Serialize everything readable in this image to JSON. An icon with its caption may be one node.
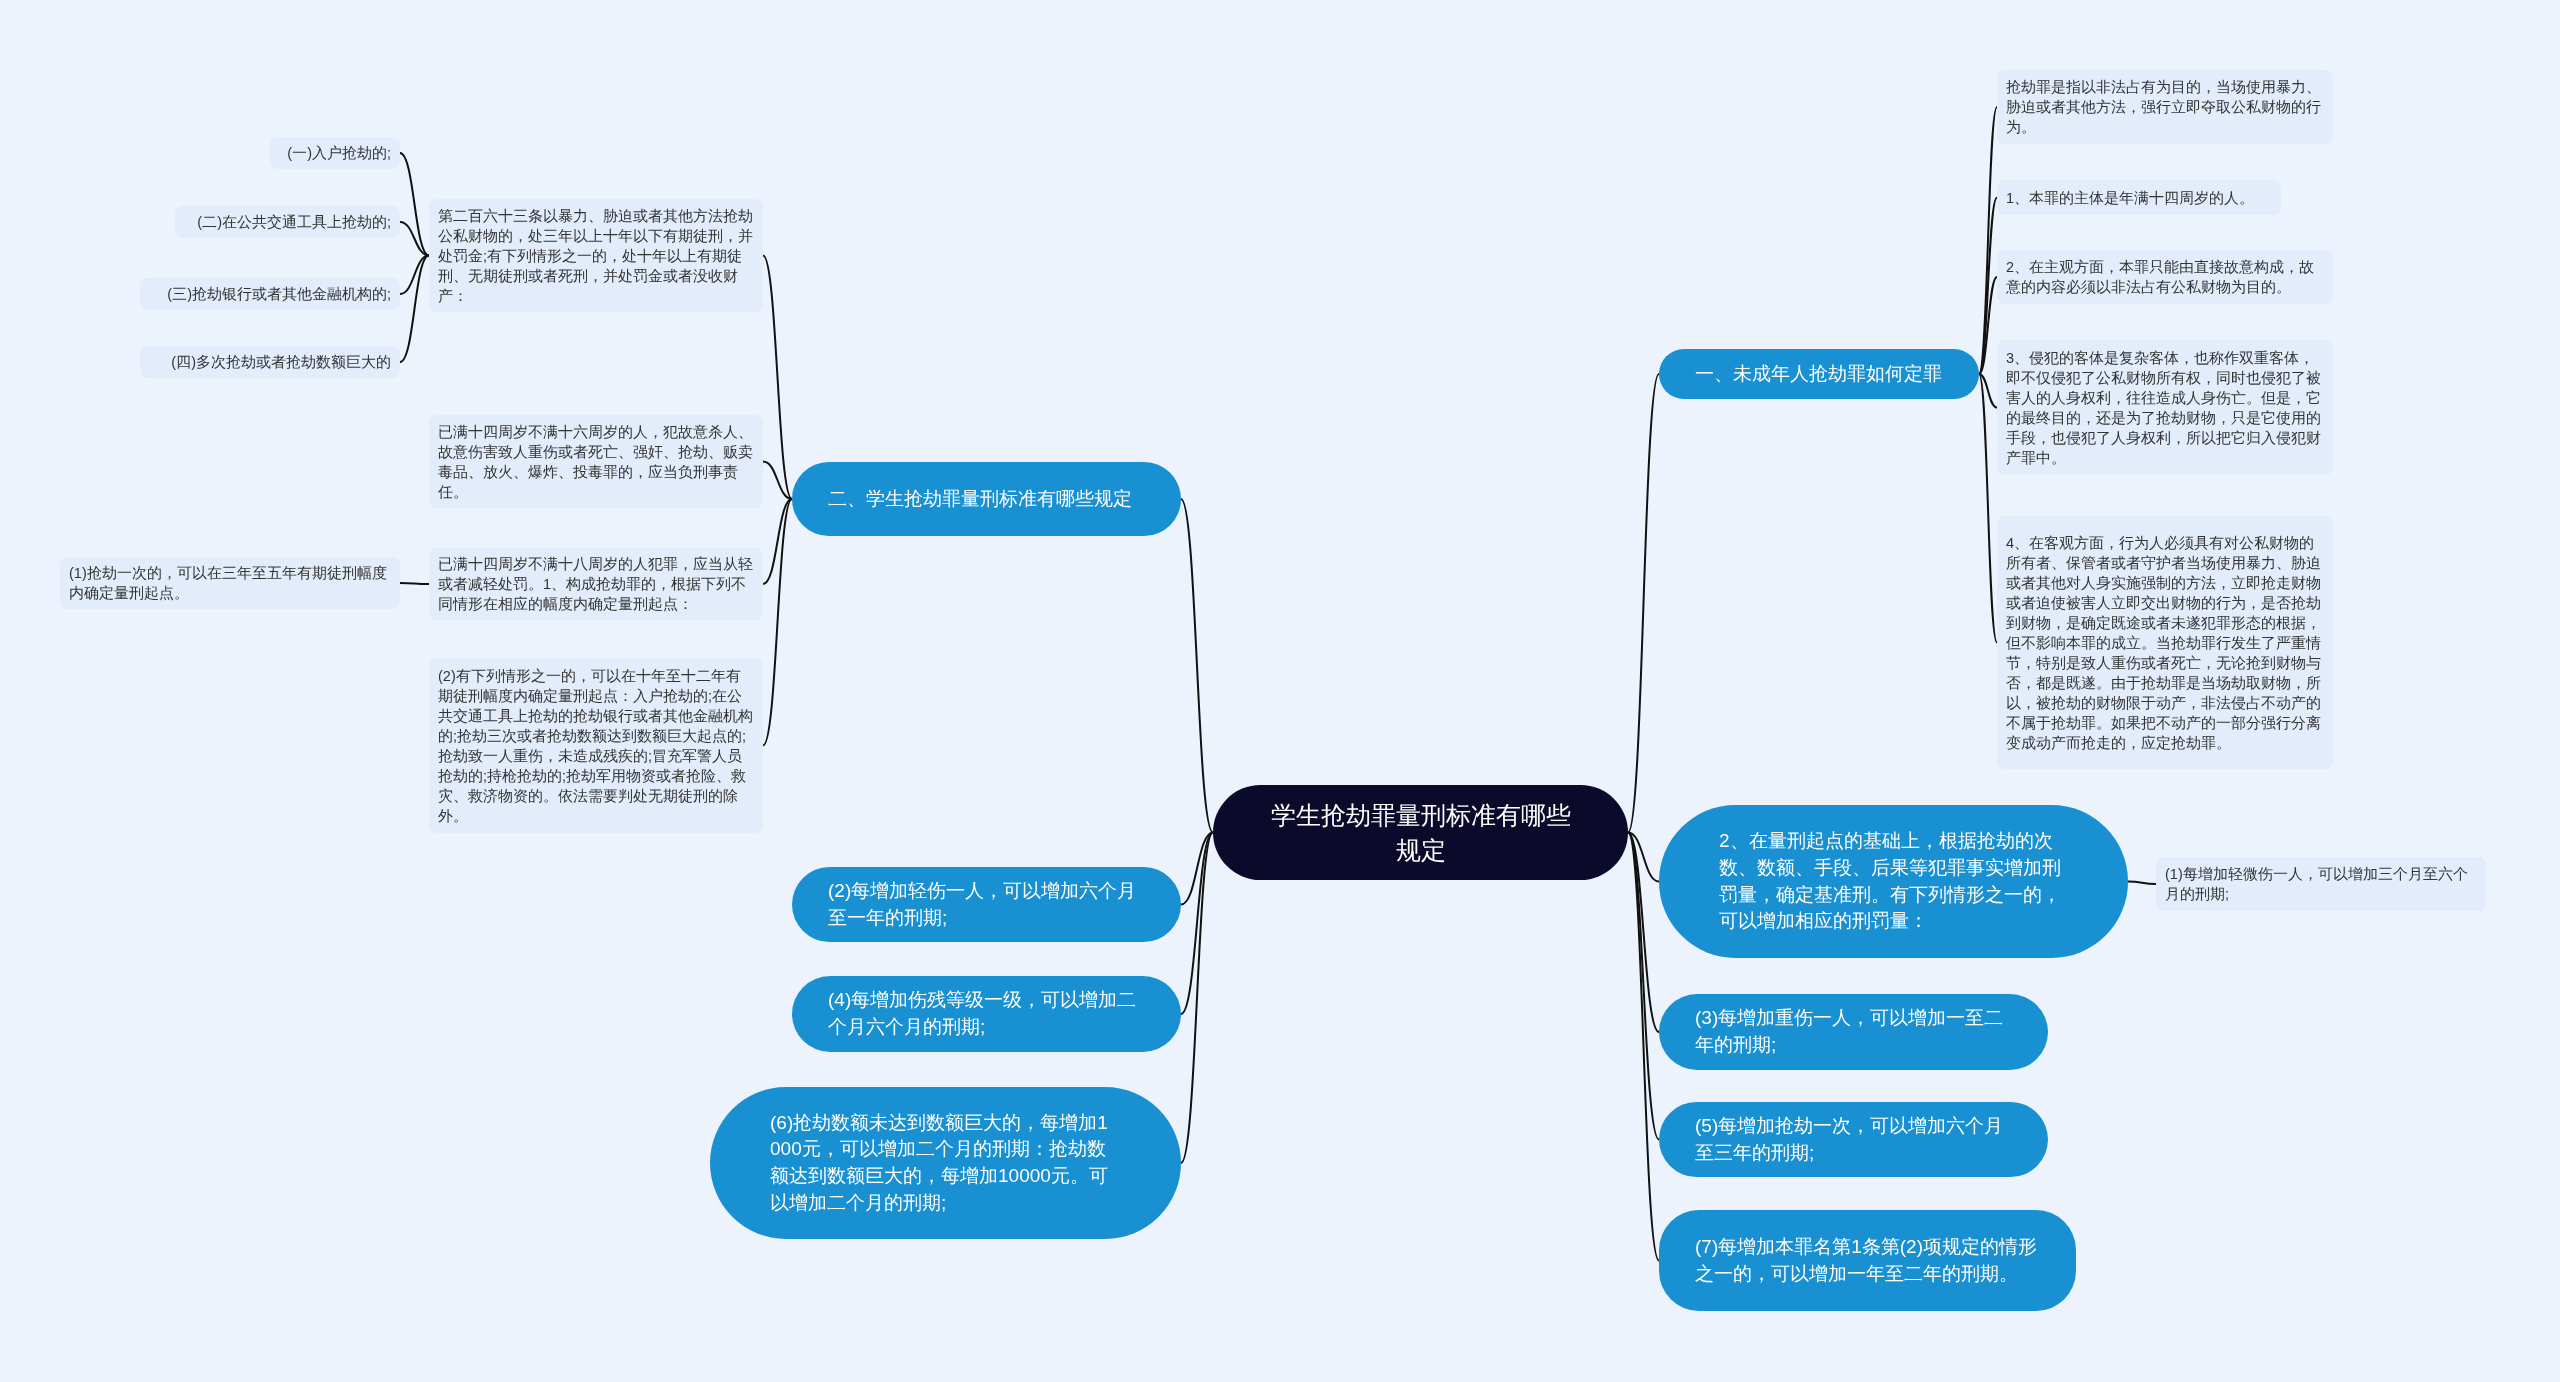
{
  "diagram": {
    "nodes": [
      {
        "text": [
          "学生抢劫罪量刑标准有哪些规定"
        ]
      },
      {
        "text": [
          "一、未成年人抢劫罪如何定罪"
        ]
      },
      {
        "text": [
          "抢劫罪是指以非法占有为目的，当场使用暴力、胁迫或者其他方法，强行立即夺取公私财物的行为。"
        ]
      },
      {
        "text": [
          "1、本罪的主体是年满十四周岁的人。"
        ]
      },
      {
        "text": [
          "2、在主观方面，本罪只能由直接故意构成，故意的内容必须以非法占有公私财物为目的。"
        ]
      },
      {
        "text": [
          "3、侵犯的客体是复杂客体，也称作双重客体，即不仅侵犯了公私财物所有权，同时也侵犯了被害人的人身权利，往往造成人身伤亡。但是，它的最终目的，还是为了抢劫财物，只是它使用的手段，也侵犯了人身权利，所以把它归入侵犯财产罪中。"
        ]
      },
      {
        "text": [
          "4、在客观方面，行为人必须具有对公私财物的所有者、保管者或者守护者当场使用暴力、胁迫或者其他对人身实施强制的方法，立即抢走财物或者迫使被害人立即交出财物的行为，是否抢劫到财物，是确定既途或者未遂犯罪形态的根据，但不影响本罪的成立。当抢劫罪行发生了严重情节，特别是致人重伤或者死亡，无论抢到财物与否，都是既遂。由于抢劫罪是当场劫取财物，所以，被抢劫的财物限于动产，非法侵占不动产的不属于抢劫罪。如果把不动产的一部分强行分离变成动产而抢走的，应定抢劫罪。"
        ]
      },
      {
        "text": [
          "二、学生抢劫罪量刑标准有哪些规定"
        ]
      },
      {
        "text": [
          "第二百六十三条以暴力、胁迫或者其他方法抢劫公私财物的，处三年以上十年以下有期徒刑，并处罚金;有下列情形之一的，处十年以上有期徒刑、无期徒刑或者死刑，并处罚金或者没收财产："
        ]
      },
      {
        "text": [
          "(一)入户抢劫的;"
        ]
      },
      {
        "text": [
          "(二)在公共交通工具上抢劫的;"
        ]
      },
      {
        "text": [
          "(三)抢劫银行或者其他金融机构的;"
        ]
      },
      {
        "text": [
          "(四)多次抢劫或者抢劫数额巨大的"
        ]
      },
      {
        "text": [
          "已满十四周岁不满十六周岁的人，犯故意杀人、故意伤害致人重伤或者死亡、强奸、抢劫、贩卖毒品、放火、爆炸、投毒罪的，应当负刑事责任。"
        ]
      },
      {
        "text": [
          "已满十四周岁不满十八周岁的人犯罪，应当从轻或者减轻处罚。1、构成抢劫罪的，根据下列不同情形在相应的幅度内确定量刑起点："
        ]
      },
      {
        "text": [
          "(1)抢劫一次的，可以在三年至五年有期徒刑幅度内确定量刑起点。"
        ]
      },
      {
        "text": [
          "(2)有下列情形之一的，可以在十年至十二年有期徒刑幅度内确定量刑起点：入户抢劫的;在公共交通工具上抢劫的抢劫银行或者其他金融机构的;抢劫三次或者抢劫数额达到数额巨大起点的;抢劫致一人重伤，未造成残疾的;冒充军警人员抢劫的;持枪抢劫的;抢劫军用物资或者抢险、救灾、救济物资的。依法需要判处无期徒刑的除外。"
        ]
      },
      {
        "text": [
          "2、在量刑起点的基础上，根据抢劫的次数、数额、手段、后果等犯罪事实增加刑罚量，确定基准刑。有下列情形之一的，可以增加相应的刑罚量："
        ]
      },
      {
        "text": [
          "(1)每增加轻微伤一人，可以增加三个月至六个月的刑期;"
        ]
      },
      {
        "text": [
          "(3)每增加重伤一人，可以增加一至二年的刑期;"
        ]
      },
      {
        "text": [
          "(5)每增加抢劫一次，可以增加六个月至三年的刑期;"
        ]
      },
      {
        "text": [
          "(7)每增加本罪名第1条第(2)项规定的情形之一的，可以增加一年至二年的刑期。"
        ]
      },
      {
        "text": [
          "(2)每增加轻伤一人，可以增加六个月至一年的刑期;"
        ]
      },
      {
        "text": [
          "(4)每增加伤残等级一级，可以增加二个月六个月的刑期;"
        ]
      },
      {
        "text": [
          "(6)抢劫数额未达到数额巨大的，每增加1 000元，可以增加二个月的刑期：抢劫数额达到数额巨大的，每增加10000元。可以增加二个月的刑期;"
        ]
      }
    ],
    "edges": [
      {
        "from": 0,
        "to": 1,
        "arrow": "none"
      },
      {
        "from": 1,
        "to": 2,
        "arrow": "none"
      },
      {
        "from": 1,
        "to": 3,
        "arrow": "none"
      },
      {
        "from": 1,
        "to": 4,
        "arrow": "none"
      },
      {
        "from": 1,
        "to": 5,
        "arrow": "none"
      },
      {
        "from": 1,
        "to": 6,
        "arrow": "none"
      },
      {
        "from": 0,
        "to": 7,
        "arrow": "none"
      },
      {
        "from": 7,
        "to": 8,
        "arrow": "none"
      },
      {
        "from": 8,
        "to": 9,
        "arrow": "none"
      },
      {
        "from": 8,
        "to": 10,
        "arrow": "none"
      },
      {
        "from": 8,
        "to": 11,
        "arrow": "none"
      },
      {
        "from": 8,
        "to": 12,
        "arrow": "none"
      },
      {
        "from": 7,
        "to": 13,
        "arrow": "none"
      },
      {
        "from": 7,
        "to": 14,
        "arrow": "none"
      },
      {
        "from": 14,
        "to": 15,
        "arrow": "none"
      },
      {
        "from": 7,
        "to": 16,
        "arrow": "none"
      },
      {
        "from": 0,
        "to": 17,
        "arrow": "none"
      },
      {
        "from": 17,
        "to": 18,
        "arrow": "none"
      },
      {
        "from": 0,
        "to": 19,
        "arrow": "none"
      },
      {
        "from": 0,
        "to": 20,
        "arrow": "none"
      },
      {
        "from": 0,
        "to": 21,
        "arrow": "none"
      },
      {
        "from": 0,
        "to": 22,
        "arrow": "none"
      },
      {
        "from": 0,
        "to": 23,
        "arrow": "none"
      },
      {
        "from": 0,
        "to": 24,
        "arrow": "none"
      }
    ]
  }
}
